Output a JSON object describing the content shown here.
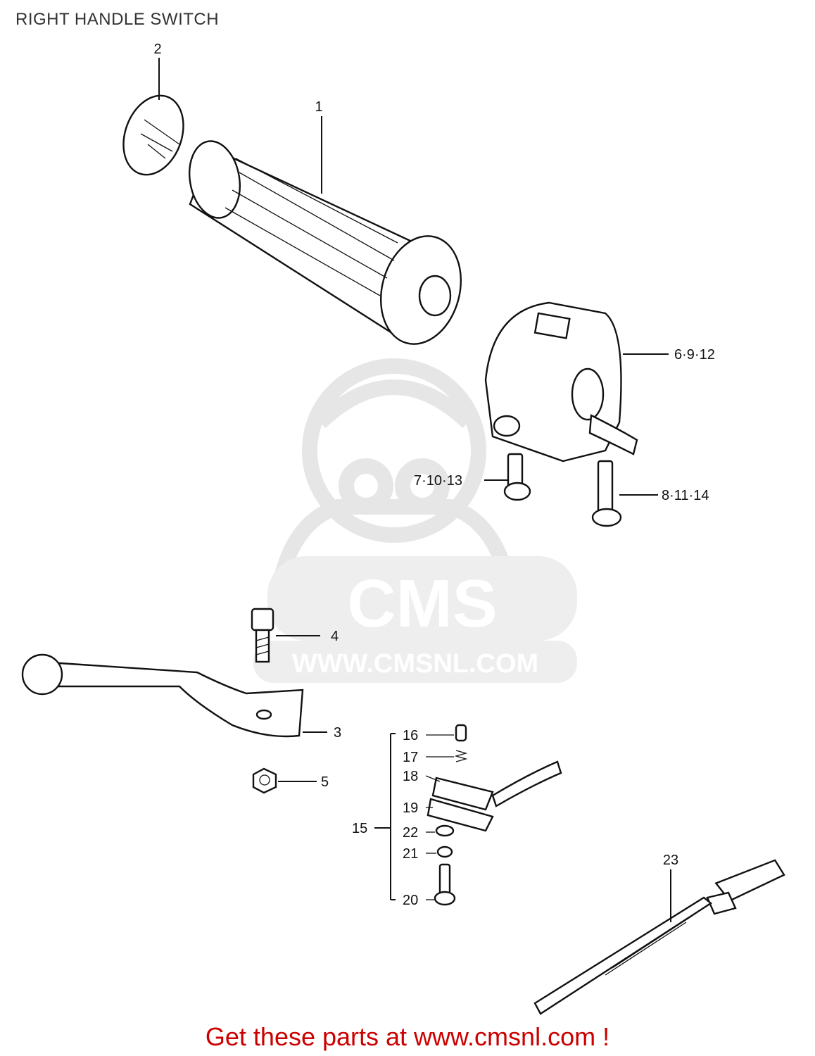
{
  "page": {
    "title": "RIGHT HANDLE SWITCH",
    "footer": "Get these parts at www.cmsnl.com !",
    "accent_color": "#cc0000"
  },
  "watermark": {
    "brand": "CMS",
    "url": "WWW.CMSNL.COM",
    "color": "#e8e8e8"
  },
  "callouts": {
    "c1": "1",
    "c2": "2",
    "c3": "3",
    "c4": "4",
    "c5": "5",
    "c6": "6·9·12",
    "c7": "7·10·13",
    "c8": "8·11·14",
    "c15": "15",
    "c16": "16",
    "c17": "17",
    "c18": "18",
    "c19": "19",
    "c20": "20",
    "c21": "21",
    "c22": "22",
    "c23": "23"
  },
  "icons": {
    "watermark_logo": "cms-mascot-logo"
  }
}
